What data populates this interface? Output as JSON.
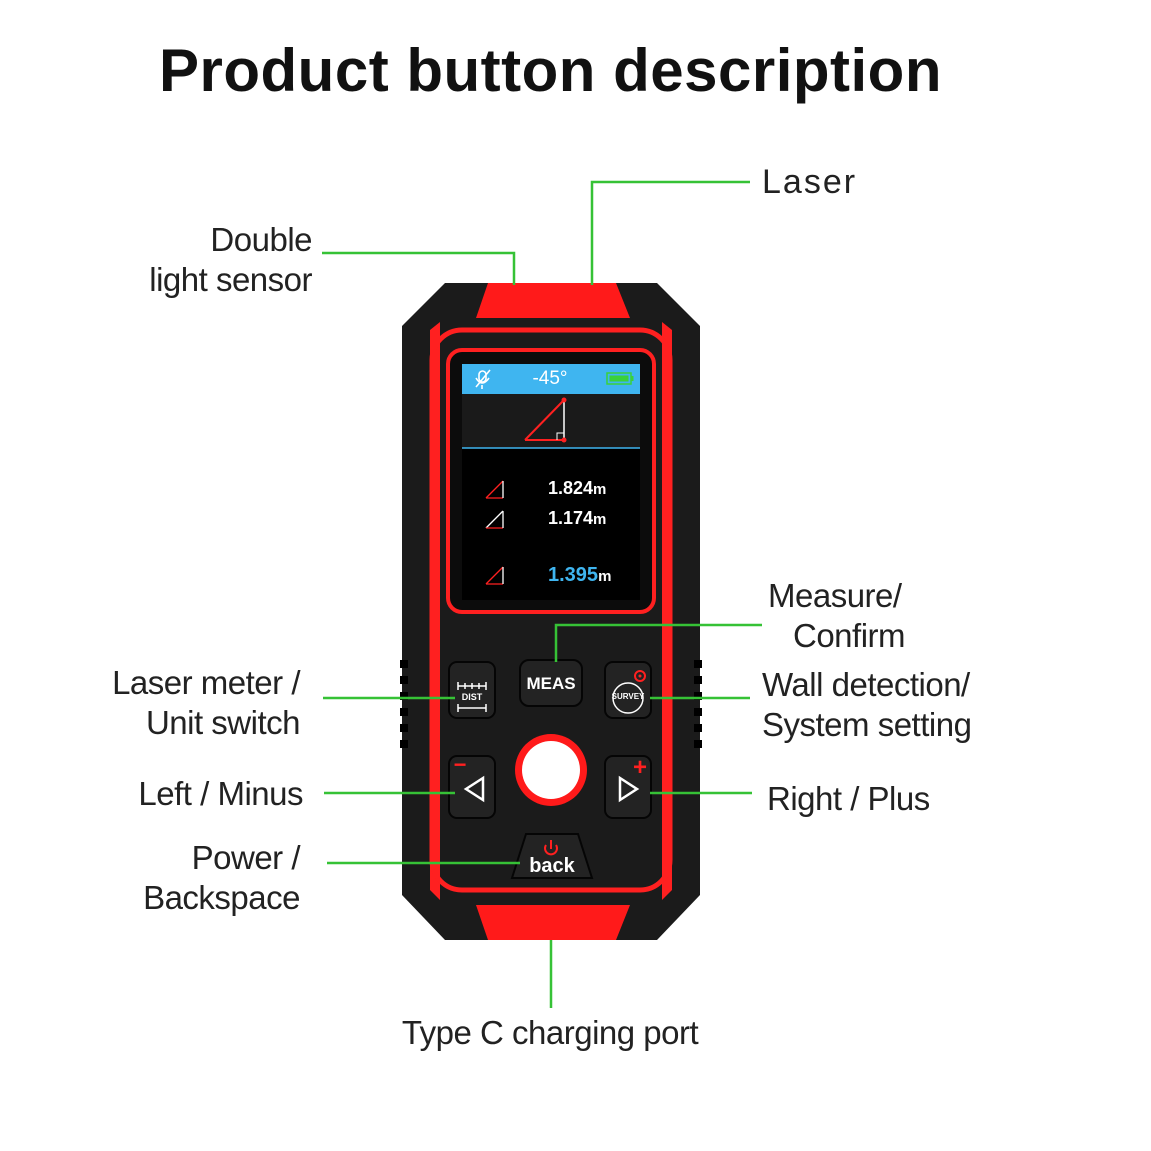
{
  "title": "Product button description",
  "labels": {
    "laser": "Laser",
    "double_light_sensor_1": "Double",
    "double_light_sensor_2": "light sensor",
    "measure_1": "Measure/",
    "measure_2": "Confirm",
    "laser_meter_1": "Laser meter /",
    "laser_meter_2": "Unit switch",
    "wall_detection_1": "Wall detection/",
    "wall_detection_2": "System setting",
    "left_minus": "Left / Minus",
    "right_plus": "Right / Plus",
    "power_1": "Power /",
    "power_2": "Backspace",
    "type_c": "Type C charging port"
  },
  "screen": {
    "angle": "-45°",
    "reading1": "1.824",
    "reading2": "1.174",
    "reading3": "1.395",
    "unit": "m"
  },
  "buttons": {
    "meas": "MEAS",
    "dist": "DIST",
    "survey": "SURVEY",
    "back": "back",
    "minus": "−",
    "plus": "+"
  },
  "colors": {
    "accent_red": "#ff1a1a",
    "leader_green": "#36c236",
    "screen_blue": "#3fb5f0",
    "body_black": "#1b1b1b"
  }
}
